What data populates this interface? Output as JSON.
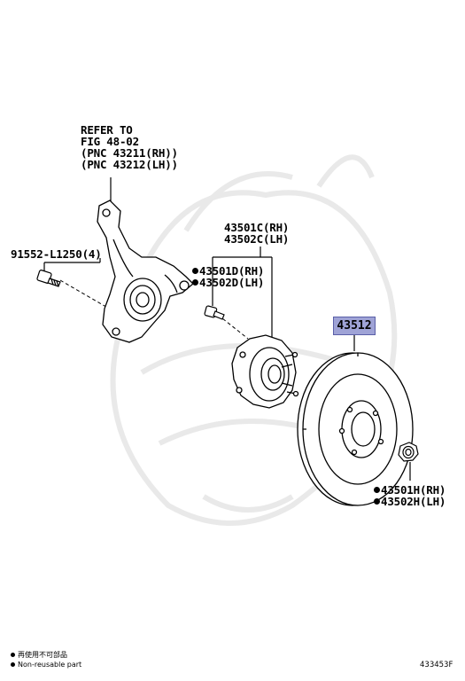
{
  "refer": {
    "line1": "REFER TO",
    "line2": "FIG 48-02",
    "line3": "(PNC 43211(RH))",
    "line4": "(PNC 43212(LH))"
  },
  "labels": {
    "bolt": "91552-L1250(4)",
    "hub_rh": "43501C(RH)",
    "hub_lh": "43502C(LH)",
    "hub_bolt_rh": "43501D(RH)",
    "hub_bolt_lh": "43502D(LH)",
    "rotor": "43512",
    "nut_rh": "43501H(RH)",
    "nut_lh": "43502H(LH)"
  },
  "legend": {
    "japanese": "再使用不可部品",
    "english": "Non-reusable part"
  },
  "figure_number": "433453F",
  "colors": {
    "highlight_fill": "#9fa3d6",
    "highlight_border": "#5a5fa8",
    "line": "#000000"
  }
}
